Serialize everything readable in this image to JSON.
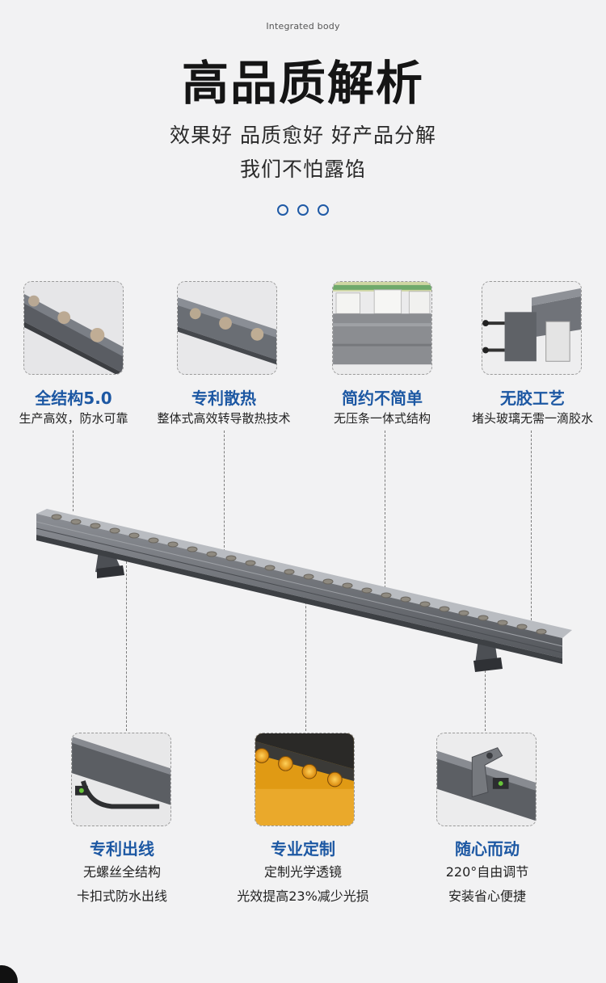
{
  "header": {
    "eyebrow": "Integrated body",
    "title": "高品质解析",
    "subtitle_line1": "效果好 品质愈好 好产品分解",
    "subtitle_line2": "我们不怕露馅"
  },
  "top_features": [
    {
      "title": "全结构5.0",
      "desc": "生产高效，防水可靠",
      "icon": "led-bar-closeup"
    },
    {
      "title": "专利散热",
      "desc": "整体式高效转导散热技术",
      "icon": "heat-sink-closeup"
    },
    {
      "title": "简约不简单",
      "desc": "无压条一体式结构",
      "icon": "profile-cross-section"
    },
    {
      "title": "无胶工艺",
      "desc": "堵头玻璃无需一滴胶水",
      "icon": "end-cap-screws"
    }
  ],
  "bottom_features": [
    {
      "title": "专利出线",
      "line1": "无螺丝全结构",
      "line2": "卡扣式防水出线",
      "icon": "cable-outlet"
    },
    {
      "title": "专业定制",
      "line1": "定制光学透镜",
      "line2": "光效提高23%减少光损",
      "icon": "lit-lenses"
    },
    {
      "title": "随心而动",
      "line1": "220°自由调节",
      "line2": "安装省心便捷",
      "icon": "mounting-bracket"
    }
  ],
  "colors": {
    "accent_blue": "#1d58a3",
    "background": "#f2f2f3",
    "lamp_body": "#6f7278"
  }
}
